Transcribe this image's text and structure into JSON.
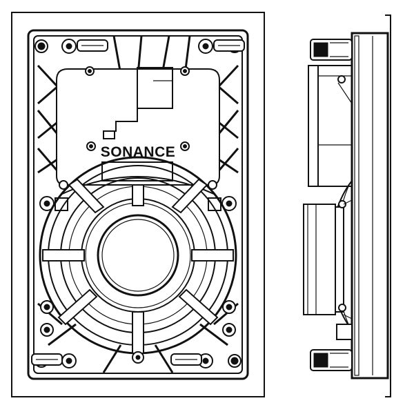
{
  "brand": {
    "logo_text": "SONANCE"
  },
  "colors": {
    "line": "#111111",
    "background": "#ffffff"
  },
  "views": [
    {
      "id": "front",
      "icon": "speaker-front-view"
    },
    {
      "id": "side",
      "icon": "speaker-side-view"
    }
  ]
}
